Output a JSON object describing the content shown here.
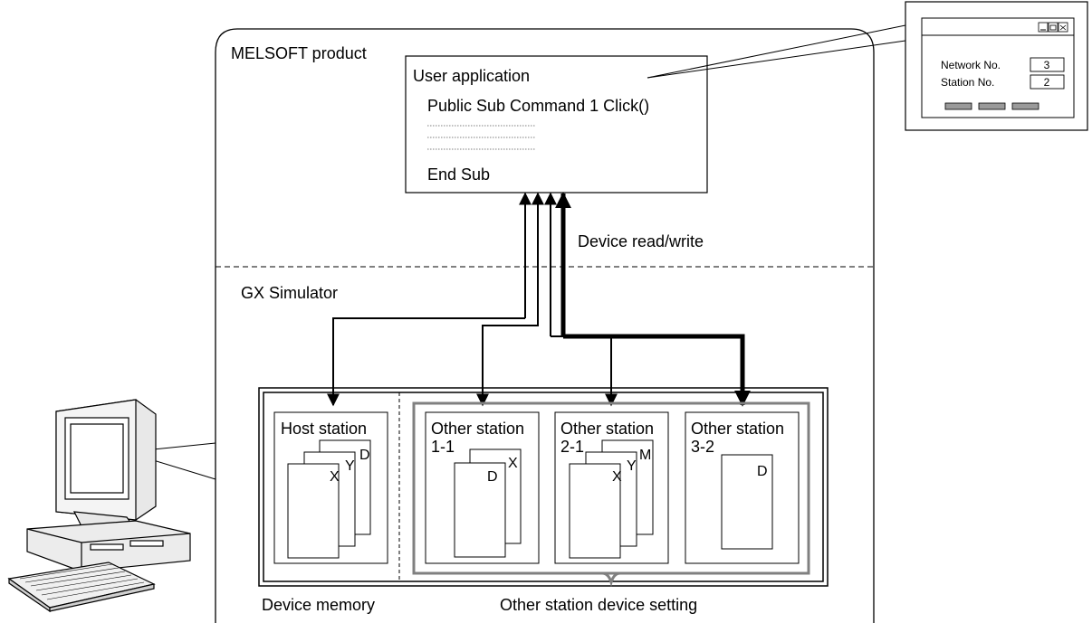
{
  "melsoft": {
    "title": "MELSOFT product"
  },
  "user_app": {
    "title": "User application",
    "code_line": "Public Sub Command 1 Click()",
    "end_line": "End Sub"
  },
  "arrows": {
    "device_rw_label": "Device read/write"
  },
  "simulator": {
    "title": "GX Simulator"
  },
  "window_preview": {
    "network_label": "Network No.",
    "network_value": "3",
    "station_label": "Station No.",
    "station_value": "2"
  },
  "device_memory": {
    "label": "Device memory",
    "host": {
      "title": "Host station",
      "devices": [
        "X",
        "Y",
        "D"
      ]
    },
    "other_setting_label": "Other station device setting",
    "others": [
      {
        "title": "Other station",
        "number": "1-1",
        "devices": [
          "D",
          "X"
        ]
      },
      {
        "title": "Other station",
        "number": "2-1",
        "devices": [
          "X",
          "Y",
          "M"
        ]
      },
      {
        "title": "Other station",
        "number": "3-2",
        "devices": [
          "D"
        ]
      }
    ]
  }
}
